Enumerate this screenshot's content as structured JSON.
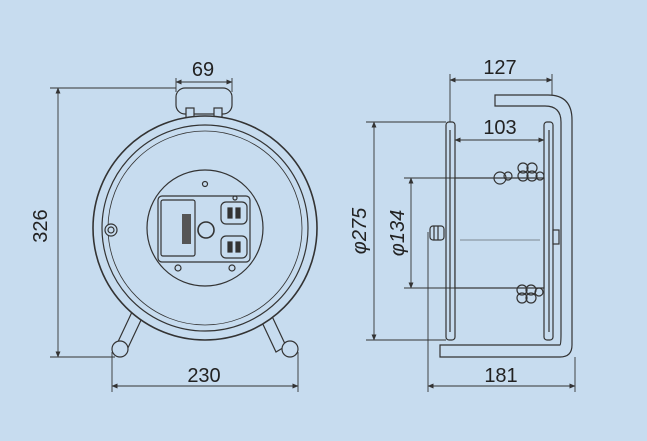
{
  "colors": {
    "background": "#c7dcef",
    "line": "#333333",
    "body_fill": "#c7dcef",
    "dark": "#222222"
  },
  "front_view": {
    "dimensions": {
      "top_handle_width": "69",
      "height": "326",
      "base_width": "230"
    }
  },
  "side_view": {
    "dimensions": {
      "overall_depth": "127",
      "drum_width": "103",
      "reel_diameter": "φ275",
      "drum_diameter": "φ134",
      "base_depth": "181"
    }
  }
}
